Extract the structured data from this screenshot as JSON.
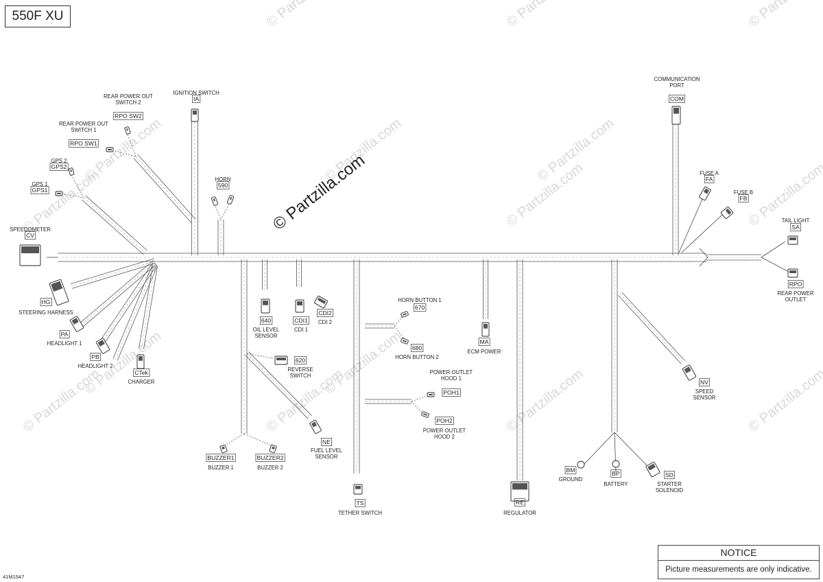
{
  "model": "550F XU",
  "drawing_number": "41M1547",
  "watermark_main": "© Partzilla.com",
  "watermark_repeat": "© Partzilla.com",
  "notice": {
    "title": "NOTICE",
    "text": "Picture measurements are only indicative."
  },
  "components": [
    {
      "id": "ignition-switch",
      "code": "IA",
      "label": [
        "IGNITION SWITCH"
      ]
    },
    {
      "id": "rear-power-out-switch-2",
      "code": "RPO SW2",
      "label": [
        "REAR POWER OUT",
        "SWITCH 2"
      ]
    },
    {
      "id": "rear-power-out-switch-1",
      "code": "RPO SW1",
      "label": [
        "REAR POWER OUT",
        "SWITCH 1"
      ]
    },
    {
      "id": "gps-2",
      "code": "GPS2",
      "label": [
        "GPS 2"
      ]
    },
    {
      "id": "gps-1",
      "code": "GPS1",
      "label": [
        "GPS 1"
      ]
    },
    {
      "id": "horn",
      "code": "590",
      "label": [
        "HORN"
      ]
    },
    {
      "id": "speedometer",
      "code": "CV",
      "label": [
        "SPEEDOMETER"
      ]
    },
    {
      "id": "steering-harness",
      "code": "HG",
      "label": [
        "STEERING HARNESS"
      ]
    },
    {
      "id": "headlight-1",
      "code": "PA",
      "label": [
        "HEADLIGHT 1"
      ]
    },
    {
      "id": "headlight-2",
      "code": "PB",
      "label": [
        "HEADLIGHT 2"
      ]
    },
    {
      "id": "charger",
      "code": "CTek",
      "label": [
        "CHARGER"
      ]
    },
    {
      "id": "oil-level-sensor",
      "code": "640",
      "label": [
        "OIL LEVEL",
        "SENSOR"
      ]
    },
    {
      "id": "cdi-1",
      "code": "CDI1",
      "label": [
        "CDI 1"
      ]
    },
    {
      "id": "cdi-2",
      "code": "CDI2",
      "label": [
        "CDI 2"
      ]
    },
    {
      "id": "horn-button-1",
      "code": "670",
      "label": [
        "HORN BUTTON 1"
      ]
    },
    {
      "id": "horn-button-2",
      "code": "680",
      "label": [
        "HORN BUTTON 2"
      ]
    },
    {
      "id": "ecm-power",
      "code": "MA",
      "label": [
        "ECM POWER"
      ]
    },
    {
      "id": "reverse-switch",
      "code": "620",
      "label": [
        "REVERSE",
        "SWITCH"
      ]
    },
    {
      "id": "fuel-level-sensor",
      "code": "NE",
      "label": [
        "FUEL LEVEL",
        "SENSOR"
      ]
    },
    {
      "id": "buzzer-1",
      "code": "BUZZER1",
      "label": [
        "BUZZER 1"
      ]
    },
    {
      "id": "buzzer-2",
      "code": "BUZZER2",
      "label": [
        "BUZZER 2"
      ]
    },
    {
      "id": "power-outlet-hood-1",
      "code": "POH1",
      "label": [
        "POWER OUTLET",
        "HOOD 1"
      ]
    },
    {
      "id": "power-outlet-hood-2",
      "code": "POH2",
      "label": [
        "POWER OUTLET",
        "HOOD 2"
      ]
    },
    {
      "id": "tether-switch",
      "code": "TS",
      "label": [
        "TETHER SWITCH"
      ]
    },
    {
      "id": "regulator",
      "code": "RE",
      "label": [
        "REGULATOR"
      ]
    },
    {
      "id": "communication-port",
      "code": "COM",
      "label": [
        "COMMUNICATION",
        "PORT"
      ]
    },
    {
      "id": "fuse-a",
      "code": "FA",
      "label": [
        "FUSE A"
      ]
    },
    {
      "id": "fuse-b",
      "code": "FB",
      "label": [
        "FUSE B"
      ]
    },
    {
      "id": "tail-light",
      "code": "SA",
      "label": [
        "TAIL LIGHT"
      ]
    },
    {
      "id": "rear-power-outlet",
      "code": "RPO",
      "label": [
        "REAR POWER",
        "OUTLET"
      ]
    },
    {
      "id": "speed-sensor",
      "code": "NV",
      "label": [
        "SPEED",
        "SENSOR"
      ]
    },
    {
      "id": "ground",
      "code": "BM",
      "label": [
        "GROUND"
      ]
    },
    {
      "id": "battery",
      "code": "BP",
      "label": [
        "BATTERY"
      ]
    },
    {
      "id": "starter-solenoid",
      "code": "SD",
      "label": [
        "STARTER",
        "SOLENOID"
      ]
    }
  ]
}
